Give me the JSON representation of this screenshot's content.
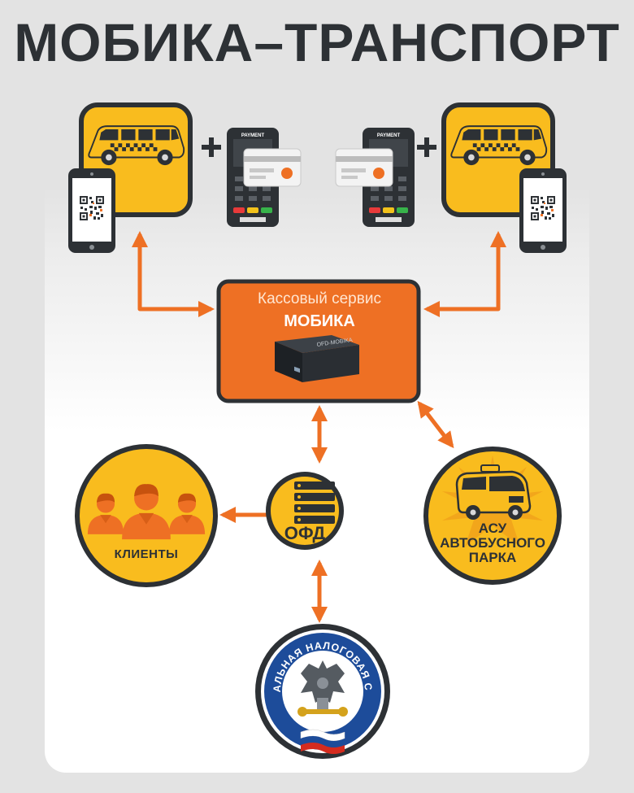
{
  "title": "МОБИКА–ТРАНСПОРТ",
  "terminal_label": "PAYMENT",
  "cash_service": {
    "caption": "Кассовый сервис",
    "name": "МОБИКА",
    "device_label": "OFD-MOBIKA"
  },
  "nodes": {
    "clients": "КЛИЕНТЫ",
    "ofd": "ОФД",
    "asu": [
      "АСУ",
      "АВТОБУСНОГО",
      "ПАРКА"
    ]
  },
  "fns_ring_text": "ФЕДЕРАЛЬНАЯ НАЛОГОВАЯ СЛУЖБА",
  "colors": {
    "orange": "#ee7024",
    "yellow": "#f9bc1e",
    "dark": "#2d3135",
    "background": "#e3e3e3",
    "fns_blue": "#1d4c9a"
  }
}
